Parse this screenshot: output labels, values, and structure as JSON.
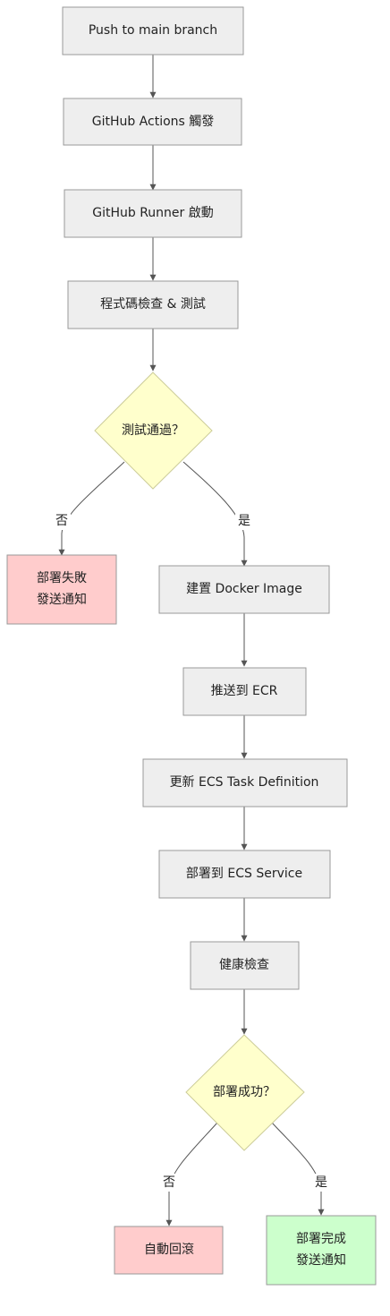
{
  "nodes": {
    "push": "Push to main branch",
    "trigger": "GitHub Actions 觸發",
    "runner": "GitHub Runner 啟動",
    "check": "程式碼檢查 & 測試",
    "test_pass": "測試通過？",
    "deploy_fail_line1": "部署失敗",
    "deploy_fail_line2": "發送通知",
    "build": "建置 Docker Image",
    "push_ecr": "推送到 ECR",
    "update_task": "更新 ECS Task Definition",
    "deploy_service": "部署到 ECS Service",
    "health": "健康檢查",
    "deploy_ok": "部署成功？",
    "rollback": "自動回滾",
    "done_line1": "部署完成",
    "done_line2": "發送通知"
  },
  "edge_labels": {
    "test_no": "否",
    "test_yes": "是",
    "deploy_no": "否",
    "deploy_yes": "是"
  }
}
